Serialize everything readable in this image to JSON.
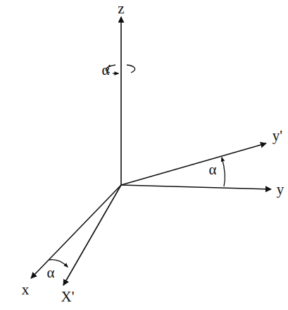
{
  "diagram": {
    "labels": [
      "z",
      "α̇",
      "y'",
      "α",
      "y",
      "x",
      "X'",
      "α"
    ]
  }
}
